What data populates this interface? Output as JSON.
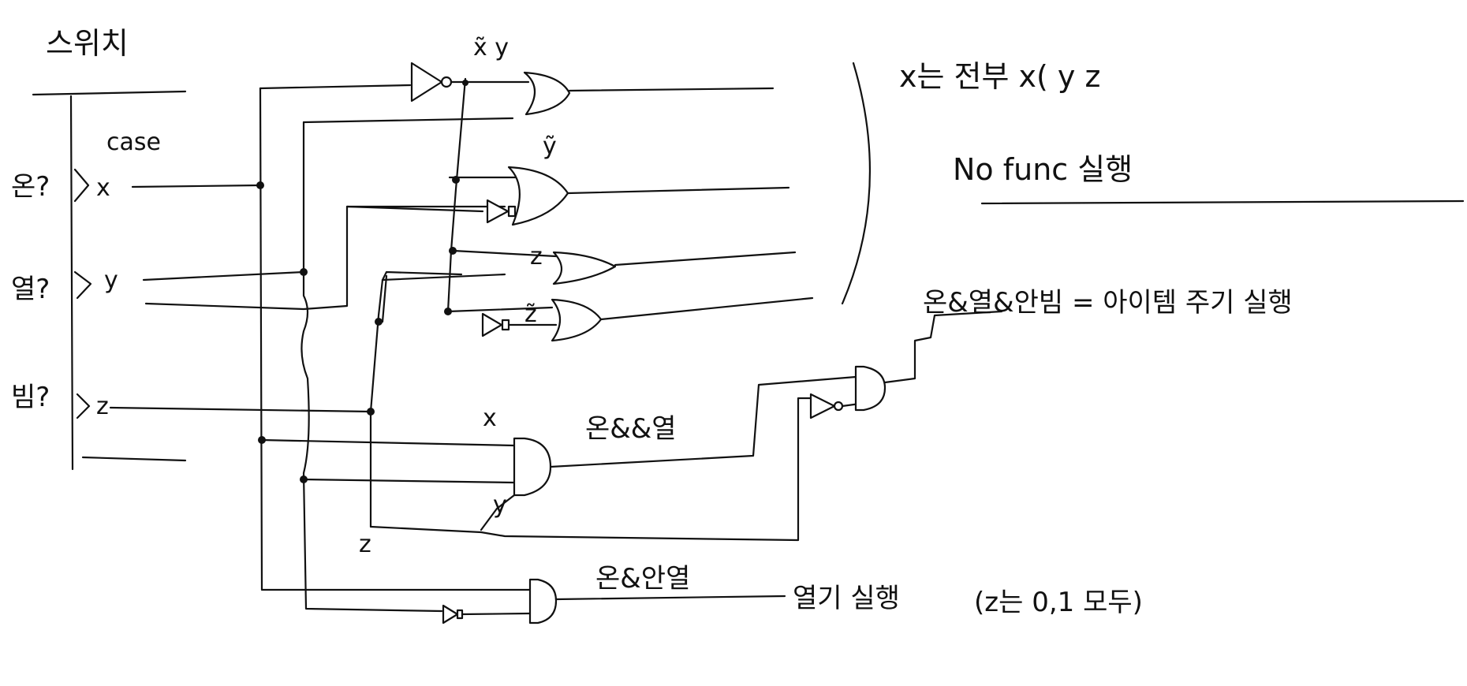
{
  "title": "스위치",
  "case_label": "case",
  "inputs": [
    {
      "korean": "온?",
      "var": "x"
    },
    {
      "korean": "열?",
      "var": "y"
    },
    {
      "korean": "빔?",
      "var": "z"
    }
  ],
  "gate_labels": {
    "x_not_or_y": "x̃  y",
    "y_not": "ỹ",
    "z": "z",
    "z_not": "z̃",
    "and_x": "x",
    "and_y": "y",
    "label_z_bottom": "z",
    "on_and_open": "온&&열",
    "on_and_not_open": "온&안열"
  },
  "notes": {
    "top_right": "x는 전부 x( y z",
    "no_func": "No func 실행",
    "item_pickup": "온&열&안빔 = 아이템 주기 실행",
    "open_exec": "열기 실행",
    "z_any": "(z는 0,1 모두)"
  },
  "colors": {
    "ink": "#111111",
    "background": "#ffffff"
  }
}
